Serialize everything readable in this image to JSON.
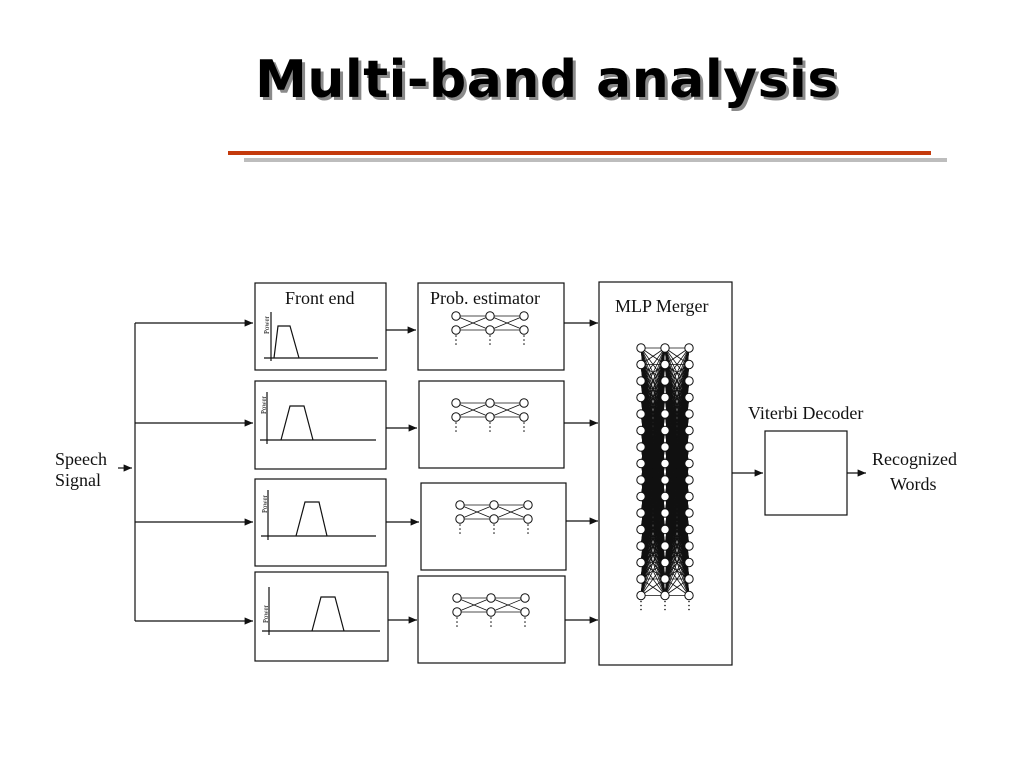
{
  "slide": {
    "title": "Multi-band analysis"
  },
  "colors": {
    "title_shadow": "#8a8a8a",
    "rule_primary": "#c43a0c",
    "rule_secondary": "#bdbdbd",
    "diagram_stroke": "#111111"
  },
  "diagram": {
    "input_label_line1": "Speech",
    "input_label_line2": "Signal",
    "front_end_title": "Front end",
    "axis_label": "Power",
    "prob_estimator_title": "Prob. estimator",
    "merger_title": "MLP Merger",
    "decoder_title": "Viterbi Decoder",
    "output_label_line1": "Recognized",
    "output_label_line2": "Words",
    "band_count": 4
  }
}
